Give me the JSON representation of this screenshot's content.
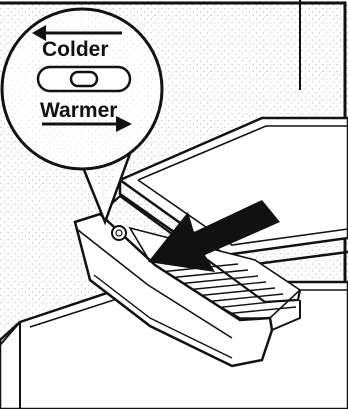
{
  "callout": {
    "colder_label": "Colder",
    "warmer_label": "Warmer",
    "slider_setting": "center"
  },
  "colors": {
    "ink": "#111111",
    "background": "#ffffff",
    "stipple": "#9a9a9a"
  },
  "icons": [
    "left-arrow-icon",
    "right-arrow-icon",
    "slider-control-icon",
    "insertion-arrow-icon"
  ]
}
